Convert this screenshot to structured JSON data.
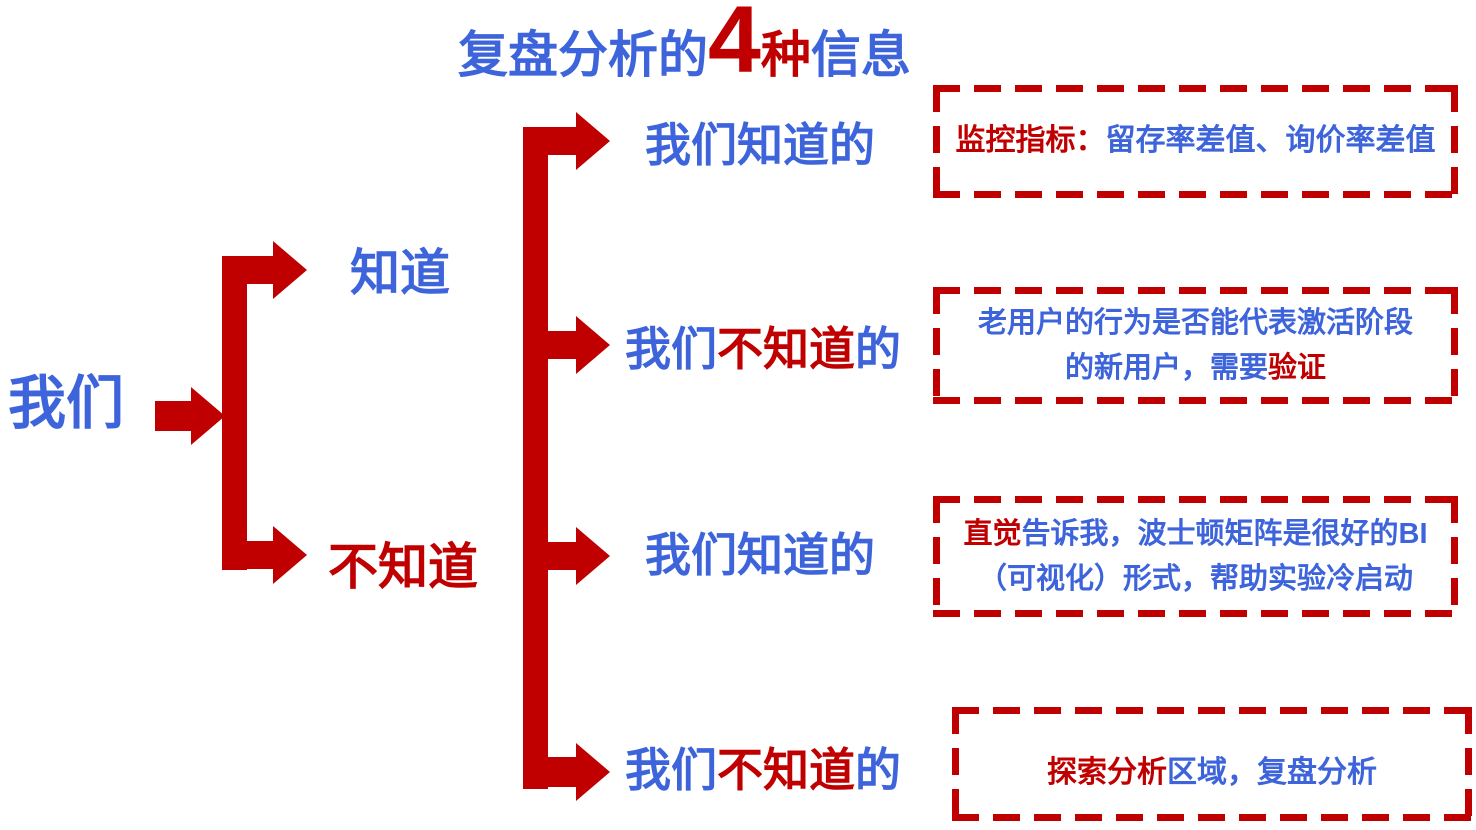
{
  "colors": {
    "blue": "#3D64DB",
    "red": "#C00000",
    "bg": "#FFFFFF"
  },
  "title": {
    "prefix": "复盘分析的",
    "number": "4",
    "middle": "种",
    "suffix": "信息"
  },
  "tree": {
    "root": {
      "label": "我们"
    },
    "level1": {
      "know": {
        "label": "知道"
      },
      "unknown": {
        "label": "不知道"
      }
    },
    "level2": {
      "know_known": {
        "label": "我们知道的"
      },
      "know_unknown": {
        "prefix": "我们",
        "emphasis": "不知道",
        "suffix": "的"
      },
      "unknown_known": {
        "label": "我们知道的"
      },
      "unknown_unknown": {
        "prefix": "我们",
        "emphasis": "不知道",
        "suffix": "的"
      }
    }
  },
  "annotations": {
    "box1": {
      "lead": "监控指标：",
      "body": "留存率差值、询价率差值"
    },
    "box2": {
      "line1": "老用户的行为是否能代表激活阶段",
      "line2_start": "的新用户，需要",
      "line2_emphasis": "验证"
    },
    "box3": {
      "line1_emphasis": "直觉",
      "line1_rest": "告诉我，波士顿矩阵是很好的BI",
      "line2": "（可视化）形式，帮助实验冷启动"
    },
    "box4": {
      "emphasis": "探索分析",
      "rest": "区域，复盘分析"
    }
  }
}
